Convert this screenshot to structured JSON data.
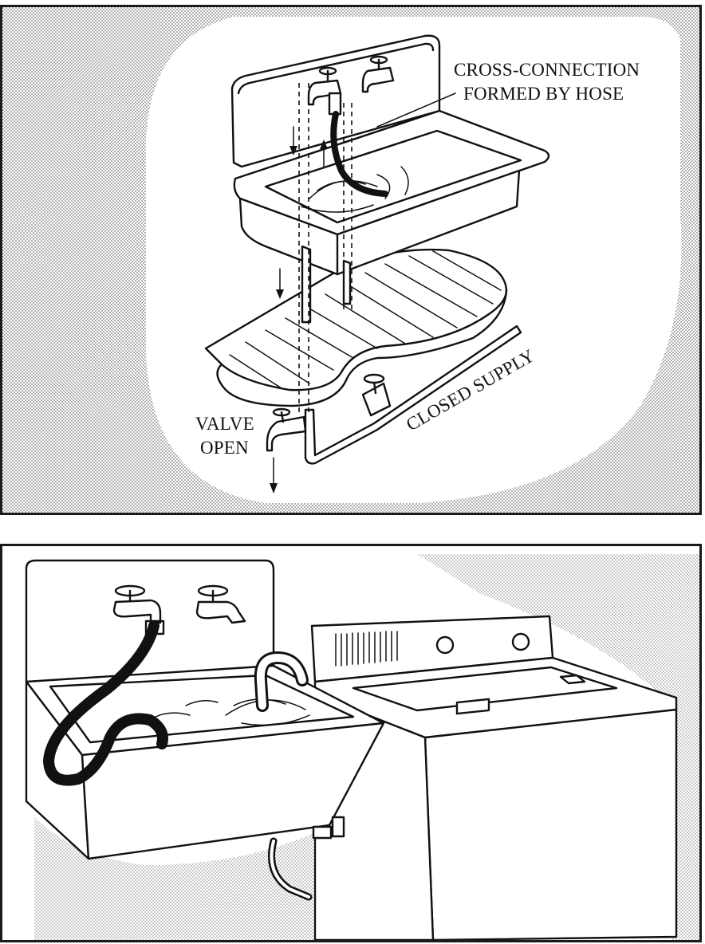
{
  "top_panel": {
    "labels": {
      "cross_connection_line1": "CROSS-CONNECTION",
      "cross_connection_line2": "FORMED BY HOSE",
      "closed_supply": "CLOSED SUPPLY",
      "valve_line1": "VALVE",
      "valve_line2": "OPEN"
    }
  },
  "colors": {
    "ink": "#111111",
    "stipple": "#7a7a7a",
    "paper": "#ffffff"
  }
}
